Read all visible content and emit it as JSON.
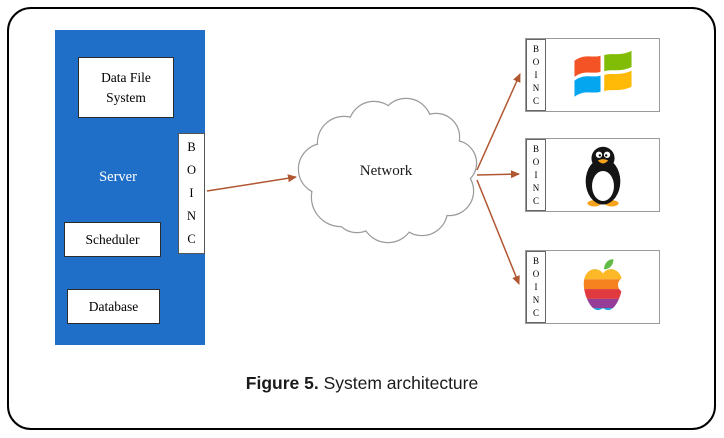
{
  "colors": {
    "server_panel_blue": "#1f6fc8",
    "arrow_brown": "#b05630",
    "cloud_outline_gray": "#9b9b9b",
    "frame_black": "#000000",
    "windows_red": "#F35325",
    "windows_green": "#81BC06",
    "windows_blue": "#05A6F0",
    "windows_yellow": "#FFBA08",
    "tux_orange": "#f6a21d",
    "apple_rainbow": [
      "#61BB46",
      "#FDB827",
      "#F5821F",
      "#E03A3E",
      "#963D97",
      "#009DDC"
    ]
  },
  "server_panel": {
    "data_file_system": "Data File\nSystem",
    "server_label": "Server",
    "scheduler": "Scheduler",
    "database": "Database",
    "boinc_vertical": "B\nO\nI\nN\nC"
  },
  "network": {
    "label": "Network"
  },
  "clients": [
    {
      "os": "windows",
      "boinc_vertical": "B\nO\nI\nN\nC",
      "icon": "windows-logo-icon"
    },
    {
      "os": "linux",
      "boinc_vertical": "B\nO\nI\nN\nC",
      "icon": "linux-tux-icon"
    },
    {
      "os": "apple",
      "boinc_vertical": "B\nO\nI\nN\nC",
      "icon": "apple-logo-icon"
    }
  ],
  "caption": {
    "label_bold": "Figure 5.",
    "text": " System architecture"
  }
}
